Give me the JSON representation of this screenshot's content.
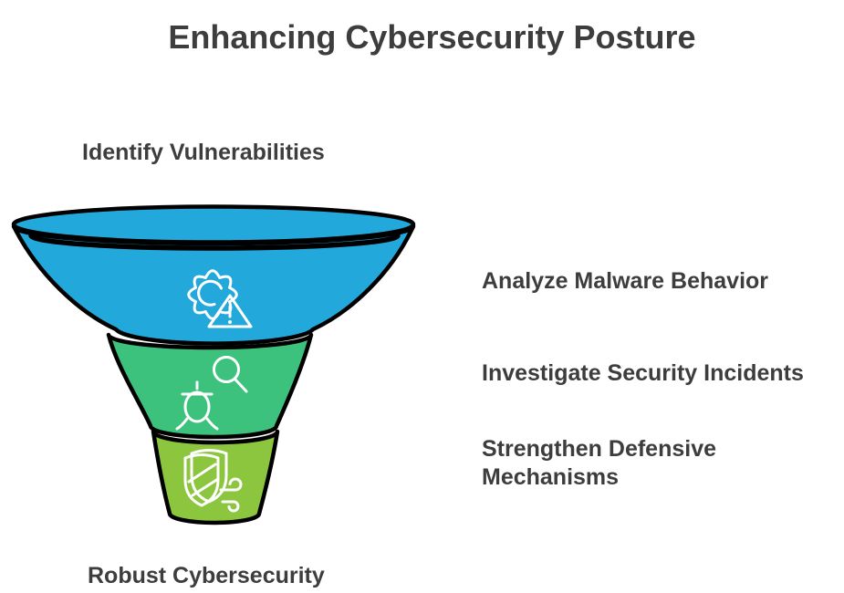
{
  "title": "Enhancing Cybersecurity Posture",
  "colors": {
    "background": "#ffffff",
    "outline": "#000000",
    "text": "#3d3d3e",
    "icon_stroke": "#ffffff",
    "stage_blue": "#23a8db",
    "stage_green": "#3dc27e",
    "stage_lime": "#8cc63e"
  },
  "funnel": {
    "stages": [
      {
        "position": "top",
        "color": "#23a8db",
        "icon": "gear-alert-icon"
      },
      {
        "position": "middle",
        "color": "#3dc27e",
        "icon": "bug-search-icon"
      },
      {
        "position": "bottom",
        "color": "#8cc63e",
        "icon": "shield-wind-icon"
      }
    ]
  },
  "labels": {
    "top": "Identify Vulnerabilities",
    "right1": "Analyze Malware Behavior",
    "right2": "Investigate Security Incidents",
    "right3": "Strengthen Defensive Mechanisms",
    "bottom": "Robust Cybersecurity"
  }
}
